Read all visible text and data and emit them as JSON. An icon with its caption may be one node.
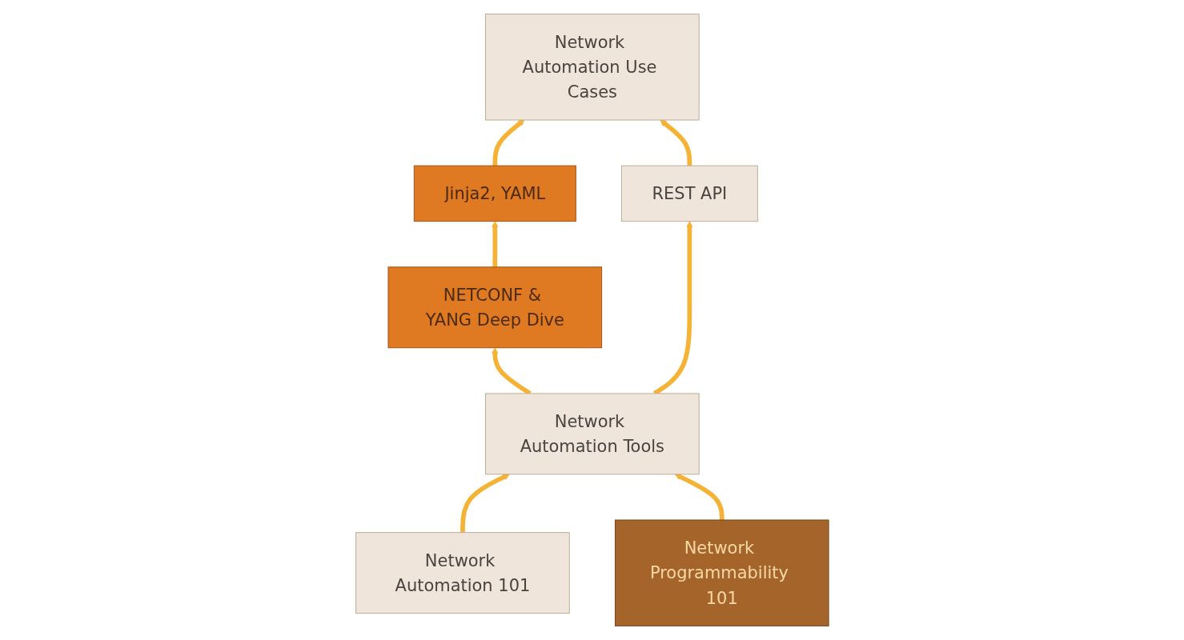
{
  "diagram": {
    "nodes": [
      {
        "text": [
          "Network Automation Use Cases"
        ]
      },
      {
        "text": [
          "Jinja2, YAML"
        ]
      },
      {
        "text": [
          "NETCONF & YANG Deep Dive"
        ]
      },
      {
        "text": [
          "REST API"
        ]
      },
      {
        "text": [
          "Network Automation Tools"
        ]
      },
      {
        "text": [
          "Network Automation 101"
        ]
      },
      {
        "text": [
          "Network Programmability 101"
        ]
      }
    ],
    "edges": [
      {
        "from": 5,
        "to": 4,
        "arrow": "to"
      },
      {
        "from": 6,
        "to": 4,
        "arrow": "to"
      },
      {
        "from": 4,
        "to": 2,
        "arrow": "to"
      },
      {
        "from": 4,
        "to": 3,
        "arrow": "to"
      },
      {
        "from": 2,
        "to": 1,
        "arrow": "to"
      },
      {
        "from": 1,
        "to": 0,
        "arrow": "to"
      },
      {
        "from": 3,
        "to": 0,
        "arrow": "to"
      }
    ]
  }
}
